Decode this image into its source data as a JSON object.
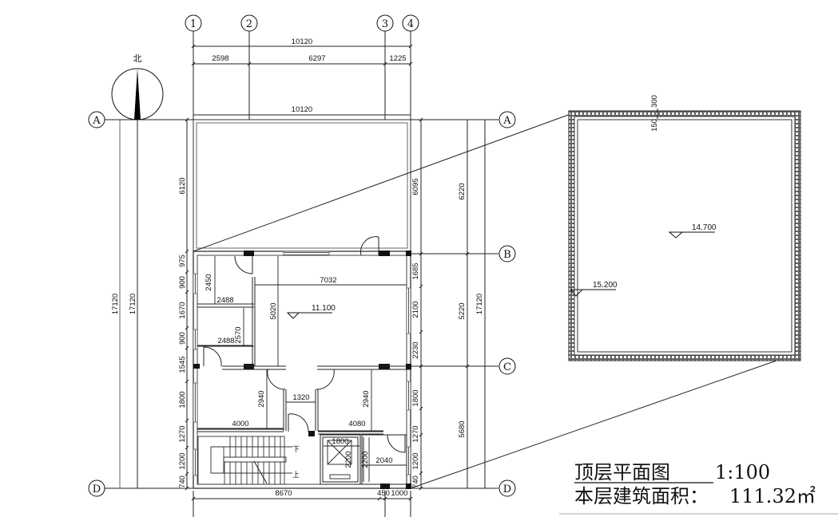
{
  "drawing": {
    "title": "顶层平面图",
    "scale": "1:100",
    "area_label": "本层建筑面积：",
    "area_value": "111.32㎡",
    "north_label": "北"
  },
  "axes": {
    "columns": [
      "1",
      "2",
      "3",
      "4"
    ],
    "rows": [
      "A",
      "B",
      "C",
      "D"
    ]
  },
  "dimensions": {
    "top_total": "10120",
    "top_segments": [
      "2598",
      "6297",
      "1225"
    ],
    "top_inner": "10120",
    "left_outer_total": "17120",
    "left_inner_total": "17120",
    "left_upper": "6120",
    "left_segments": [
      "975",
      "900",
      "1670",
      "900",
      "1545",
      "1800",
      "1270",
      "1200",
      "740"
    ],
    "right_upper": "6095",
    "right_segments": [
      "1685",
      "2100",
      "2230",
      "1800",
      "1270",
      "1200",
      "740"
    ],
    "right_axis": [
      "6220",
      "5220",
      "5680"
    ],
    "right_total": "17120",
    "bottom_segments": [
      "8670",
      "450",
      "1000"
    ],
    "interior": {
      "room1_height": "2450",
      "room1_width": "2488",
      "room2_height": "2570",
      "room2_width": "2488",
      "hall_width": "7032",
      "hall_depth": "5020",
      "room3_depth": "2940",
      "room3_width": "4000",
      "corridor_width": "1320",
      "room4_depth": "2940",
      "room4_width": "4080",
      "elevator_width": "1800",
      "elevator_depth": "2200",
      "bath_depth": "2200",
      "bath_width": "2040"
    },
    "roof_parapet_outer": "300",
    "roof_parapet_inner": "150"
  },
  "stairs": {
    "down_label": "下",
    "up_label": "上"
  },
  "elevations": {
    "floor": "11.100",
    "roof": "14.700",
    "parapet": "15.200"
  }
}
